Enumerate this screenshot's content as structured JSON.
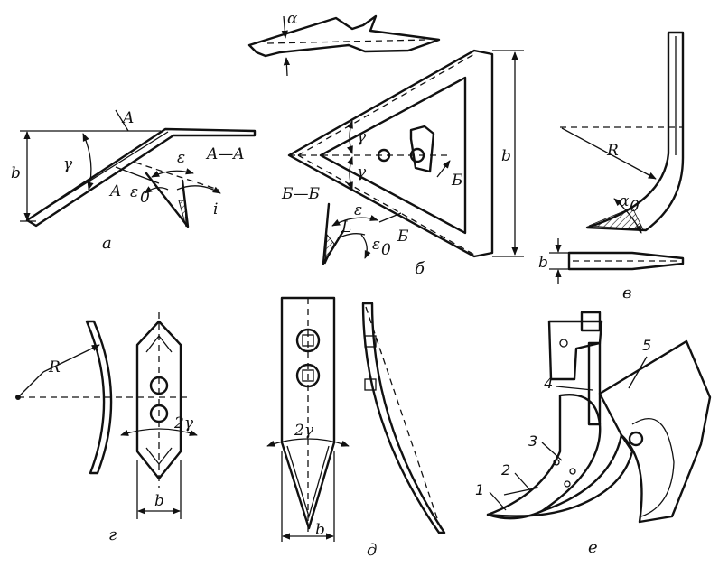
{
  "captions": {
    "a": "а",
    "b": "б",
    "v": "в",
    "g": "г",
    "d": "д",
    "e": "е"
  },
  "symbols": {
    "b": "b",
    "gamma": "γ",
    "A": "A",
    "section_AA": "A—A",
    "epsilon": "ε",
    "epsilon0": "ε",
    "zero": "0",
    "i": "i",
    "alpha": "α",
    "section_BB": "Б—Б",
    "B": "Б",
    "L": "L",
    "R": "R",
    "alpha0": "α",
    "two_gamma": "2γ"
  },
  "parts": [
    "1",
    "2",
    "3",
    "4",
    "5"
  ]
}
